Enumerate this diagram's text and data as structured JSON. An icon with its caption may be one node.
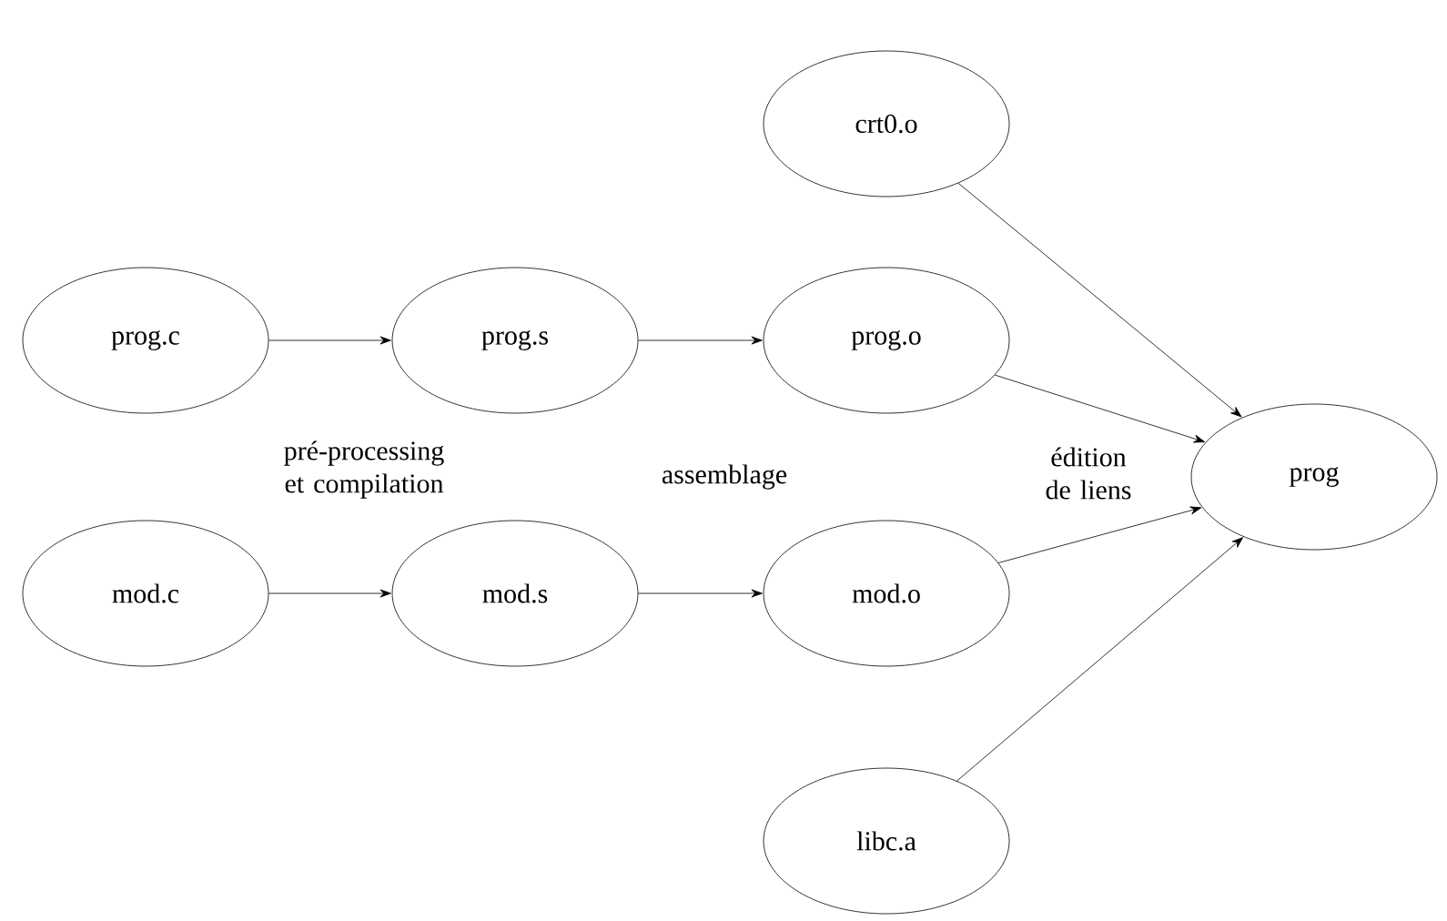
{
  "diagram": {
    "nodes": [
      {
        "text": [
          "crt0.o"
        ]
      },
      {
        "text": [
          "prog.c"
        ]
      },
      {
        "text": [
          "prog.s"
        ]
      },
      {
        "text": [
          "prog.o"
        ]
      },
      {
        "text": [
          "prog"
        ]
      },
      {
        "text": [
          "mod.c"
        ]
      },
      {
        "text": [
          "mod.s"
        ]
      },
      {
        "text": [
          "mod.o"
        ]
      },
      {
        "text": [
          "libc.a"
        ]
      }
    ],
    "edges": [
      {
        "from": 1,
        "to": 2,
        "arrow": "to"
      },
      {
        "from": 2,
        "to": 3,
        "arrow": "to"
      },
      {
        "from": 5,
        "to": 6,
        "arrow": "to"
      },
      {
        "from": 6,
        "to": 7,
        "arrow": "to"
      },
      {
        "from": 0,
        "to": 4,
        "arrow": "to"
      },
      {
        "from": 3,
        "to": 4,
        "arrow": "to"
      },
      {
        "from": 7,
        "to": 4,
        "arrow": "to"
      },
      {
        "from": 8,
        "to": 4,
        "arrow": "to"
      }
    ],
    "labels": [
      "pré-processing et compilation",
      "assemblage",
      "édition de liens"
    ]
  }
}
